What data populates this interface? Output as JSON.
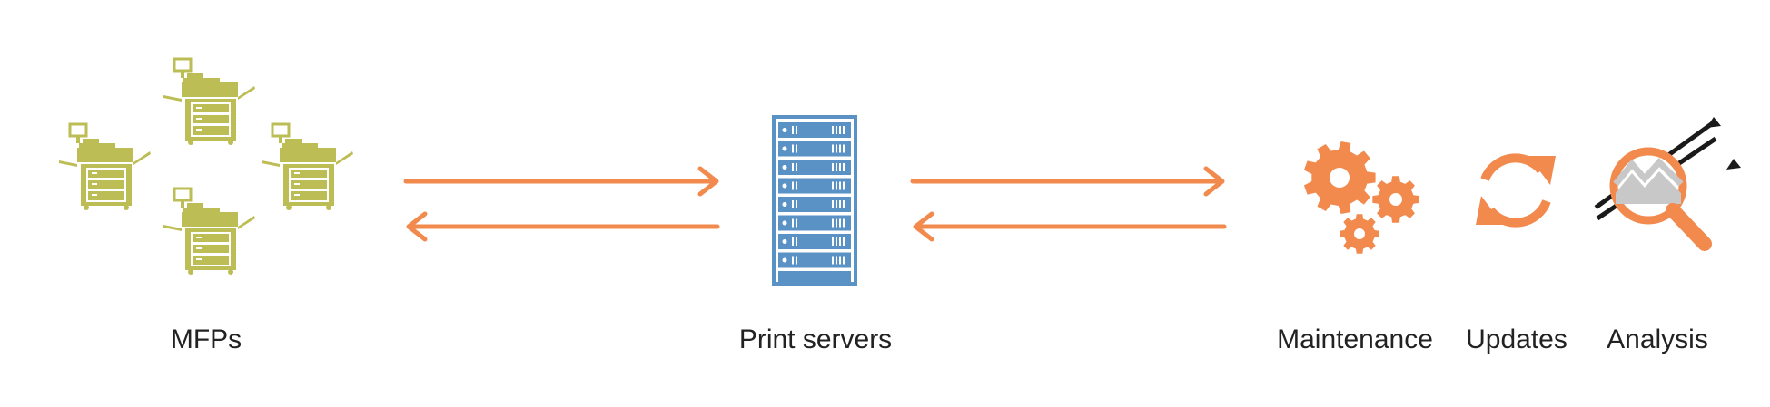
{
  "colors": {
    "printer": "#bdbd55",
    "server": "#5b92c6",
    "accent": "#f28a4e",
    "dark": "#1a1a1a",
    "magnifier_fill": "#c8c8c8"
  },
  "nodes": {
    "mfps": {
      "label": "MFPs",
      "icon": "printer-icon"
    },
    "print_servers": {
      "label": "Print servers",
      "icon": "server-rack-icon"
    },
    "maintenance": {
      "label": "Maintenance",
      "icon": "gears-icon"
    },
    "updates": {
      "label": "Updates",
      "icon": "refresh-icon"
    },
    "analysis": {
      "label": "Analysis",
      "icon": "magnifier-chart-icon"
    }
  }
}
